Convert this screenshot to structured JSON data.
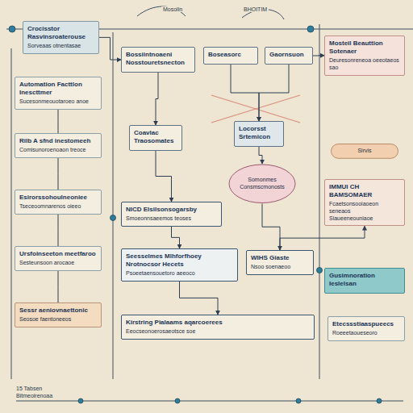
{
  "diagram": {
    "nodes": [
      {
        "text": [
          "Crocisstor Rasvinsroaterouse",
          "Sorveaas otnentasae"
        ]
      },
      {
        "text": [
          "Automation Facttlon Inescttmer",
          "Sucesonmeouotaroeo anoe"
        ]
      },
      {
        "text": [
          "Rilb A sfnd inestomeeh",
          "Comisunoroenoaon treoce"
        ]
      },
      {
        "text": [
          "Esirorssohoulneoniee",
          "Tseceoomnarenos oieeo"
        ]
      },
      {
        "text": [
          "Ursfoinseeton meetfaroo",
          "Sesteunsoon arocaoe"
        ]
      },
      {
        "text": [
          "Sessr aeniovnaettonic",
          "Seosoe faentoneeos"
        ]
      },
      {
        "text": [
          "Mosteil Beauttion Sotenaer",
          "Deuresonreneoa oeeotaeos sao"
        ]
      },
      {
        "text": [
          "Sirvis"
        ]
      },
      {
        "text": [
          "IMMUI CH BAMSOMAER",
          "Fcaetsonsooiaoeon seneaos",
          "Siaueeneouniaoe"
        ]
      },
      {
        "text": [
          "Gusimnoration Ieslelsan"
        ]
      },
      {
        "text": [
          "Etecssstiaaspueecs",
          "Roeeetaoueseoro"
        ]
      },
      {
        "text": [
          "Bossiintnoaeni Nosstouretsnecton"
        ]
      },
      {
        "text": [
          "Boseasorc"
        ]
      },
      {
        "text": [
          "Gaornsuon"
        ]
      },
      {
        "text": [
          "Coavlac Traosomates"
        ]
      },
      {
        "text": [
          "Locorsst Srtemicon"
        ]
      },
      {
        "text": [
          "Somonmes Consmscmonosts"
        ]
      },
      {
        "text": [
          "NICD Elsilsonsogarsby",
          "Smoeonnsaeemos teoses"
        ]
      },
      {
        "text": [
          "Seesselmes Mlhforfhoey Nrotnocsor Hecets",
          "Psoeetaensouetoro aeeoco"
        ]
      },
      {
        "text": [
          "WIHS Giaste",
          "Nsoo soenaeoo"
        ]
      },
      {
        "text": [
          "Kirstring Pialaams aqarcoerees",
          "Eeocseonoerosaeotsce soe"
        ]
      }
    ],
    "edges": [
      {
        "from": 11,
        "to": 14,
        "arrow": "to"
      },
      {
        "from": 12,
        "to": 15,
        "arrow": "to"
      },
      {
        "from": 13,
        "to": 15,
        "arrow": "to"
      },
      {
        "from": 14,
        "to": 17,
        "arrow": "to"
      },
      {
        "from": 15,
        "to": 16,
        "arrow": "to"
      },
      {
        "from": 16,
        "to": 19,
        "arrow": "to"
      },
      {
        "from": 17,
        "to": 18,
        "arrow": "to"
      },
      {
        "from": 18,
        "to": 20,
        "arrow": "to"
      },
      {
        "from": 1,
        "to": 2,
        "arrow": "none"
      },
      {
        "from": 2,
        "to": 3,
        "arrow": "none"
      },
      {
        "from": 3,
        "to": 4,
        "arrow": "none"
      },
      {
        "from": 4,
        "to": 5,
        "arrow": "none"
      },
      {
        "from": 19,
        "to": 8,
        "arrow": "to"
      },
      {
        "from": 0,
        "to": 11,
        "arrow": "to"
      },
      {
        "from": 13,
        "to": 6,
        "arrow": "to"
      }
    ],
    "labels": [
      "Mosolin",
      "BHOITIM",
      "15 Tabsen",
      "Bitmeoirenoaa"
    ]
  }
}
